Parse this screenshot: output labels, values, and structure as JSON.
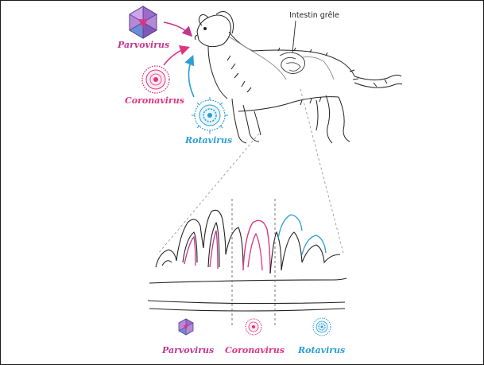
{
  "labels": {
    "intestine": "Intestin grêle",
    "top": {
      "parvovirus": "Parvovirus",
      "coronavirus": "Coronavirus",
      "rotavirus": "Rotavirus"
    },
    "bottom": {
      "parvovirus": "Parvovirus",
      "coronavirus": "Coronavirus",
      "rotavirus": "Rotavirus"
    }
  },
  "colors": {
    "parvovirus": "#c2368f",
    "coronavirus": "#e0347f",
    "rotavirus": "#2a9fd6",
    "line": "#222222"
  }
}
